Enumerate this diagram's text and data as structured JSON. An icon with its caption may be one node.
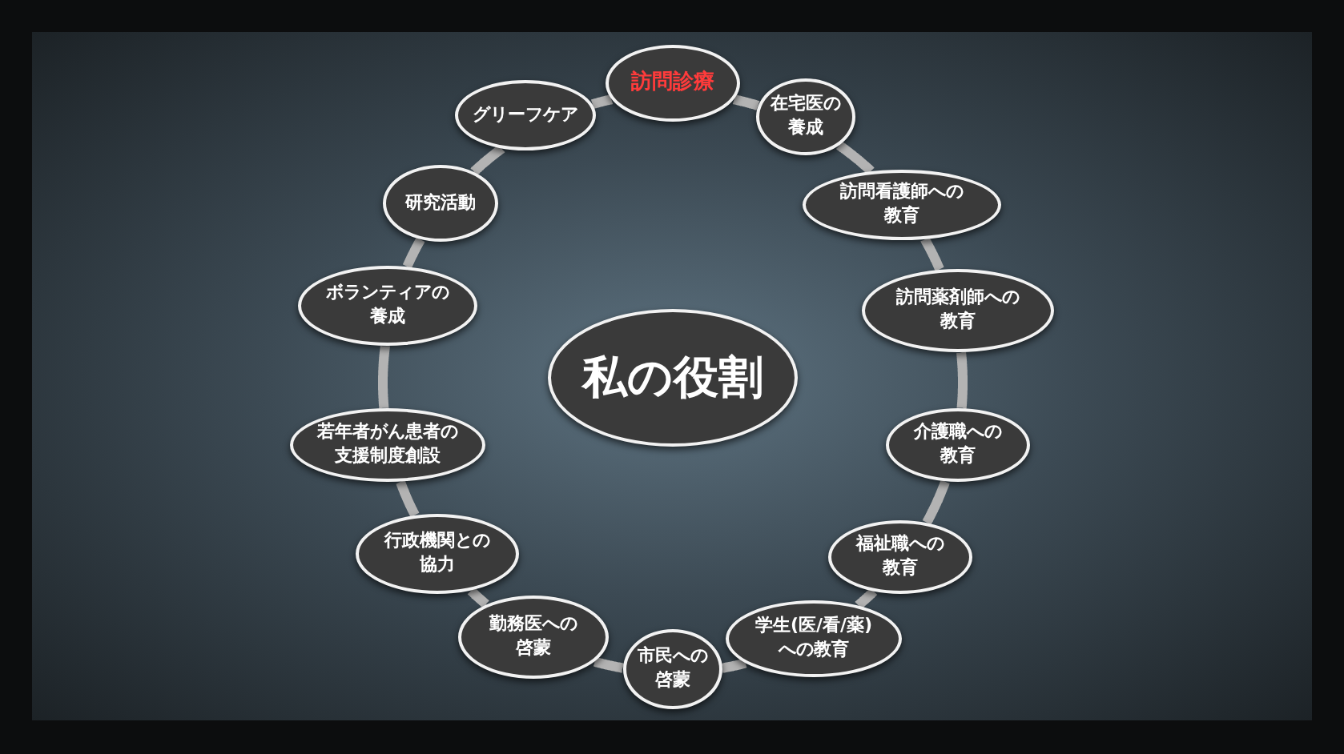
{
  "diagram": {
    "nodes": [
      {
        "text": [
          "私の役割"
        ]
      },
      {
        "text": [
          "訪問診療"
        ]
      },
      {
        "text": [
          "在宅医の養成"
        ]
      },
      {
        "text": [
          "訪問看護師への教育"
        ]
      },
      {
        "text": [
          "訪問薬剤師への教育"
        ]
      },
      {
        "text": [
          "介護職への教育"
        ]
      },
      {
        "text": [
          "福祉職への教育"
        ]
      },
      {
        "text": [
          "学生(医/看/薬)への教育"
        ]
      },
      {
        "text": [
          "市民への啓蒙"
        ]
      },
      {
        "text": [
          "勤務医への啓蒙"
        ]
      },
      {
        "text": [
          "行政機関との協力"
        ]
      },
      {
        "text": [
          "若年者がん患者の支援制度創設"
        ]
      },
      {
        "text": [
          "ボランティアの養成"
        ]
      },
      {
        "text": [
          "研究活動"
        ]
      },
      {
        "text": [
          "グリーフケア"
        ]
      }
    ],
    "edges": [
      {
        "from": 1,
        "to": 2,
        "arrow": "none"
      },
      {
        "from": 2,
        "to": 3,
        "arrow": "none"
      },
      {
        "from": 3,
        "to": 4,
        "arrow": "none"
      },
      {
        "from": 4,
        "to": 5,
        "arrow": "none"
      },
      {
        "from": 5,
        "to": 6,
        "arrow": "none"
      },
      {
        "from": 6,
        "to": 7,
        "arrow": "none"
      },
      {
        "from": 7,
        "to": 8,
        "arrow": "none"
      },
      {
        "from": 8,
        "to": 9,
        "arrow": "none"
      },
      {
        "from": 9,
        "to": 10,
        "arrow": "none"
      },
      {
        "from": 10,
        "to": 11,
        "arrow": "none"
      },
      {
        "from": 11,
        "to": 12,
        "arrow": "none"
      },
      {
        "from": 12,
        "to": 13,
        "arrow": "none"
      },
      {
        "from": 13,
        "to": 14,
        "arrow": "none"
      },
      {
        "from": 14,
        "to": 1,
        "arrow": "none"
      }
    ]
  }
}
